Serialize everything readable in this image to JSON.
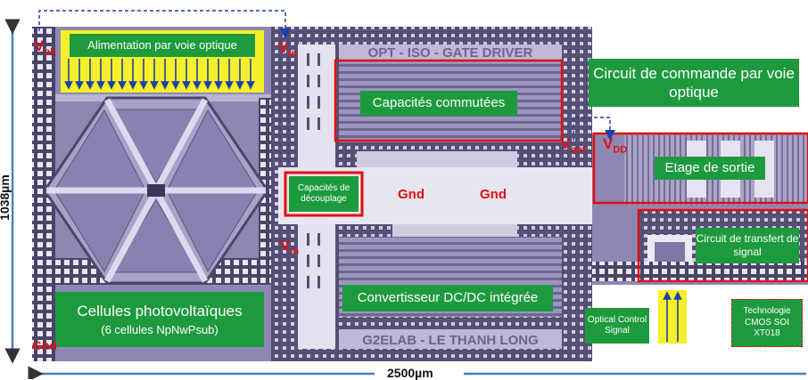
{
  "colors": {
    "label_green": "#1e9a3e",
    "highlight_red": "#e01010",
    "arrow_blue": "#1f3fa8",
    "optical_yellow": "#f5f02a",
    "chip_purple": "#8f89b8"
  },
  "labels": {
    "alimentation": "Alimentation par voie optique",
    "circuit_commande": "Circuit de commande par voie optique",
    "capacites_commutees": "Capacités commutées",
    "capacites_decouplage": "Capacités de découplage",
    "gnd_left": "Gnd",
    "gnd_right": "Gnd",
    "etage_sortie": "Etage de sortie",
    "circuit_transfert": "Circuit de transfert de signal",
    "cellules_title": "Cellules photovoltaïques",
    "cellules_sub": "(6 cellules NpNwPsub)",
    "convertisseur": "Convertisseur DC/DC intégrée",
    "optical_control": "Optical Control Signal",
    "technologie": "Technologie CMOS SOI XT018",
    "die_text_top": "OPT - ISO - GATE DRIVER",
    "die_text_bottom": "G2ELAB - LE THANH LONG"
  },
  "pins": {
    "vph_main": "V",
    "vph_sub": "ph",
    "vin_top_main": "V",
    "vin_top_sub": "in",
    "vin_mid_main": "V",
    "vin_mid_sub": "in",
    "vout_main": "V",
    "vout_sub": "out",
    "vdd_main": "V",
    "vdd_sub": "DD",
    "gnd_pin": "Gnd"
  },
  "dimensions": {
    "height": "1038µm",
    "width": "2500µm"
  }
}
